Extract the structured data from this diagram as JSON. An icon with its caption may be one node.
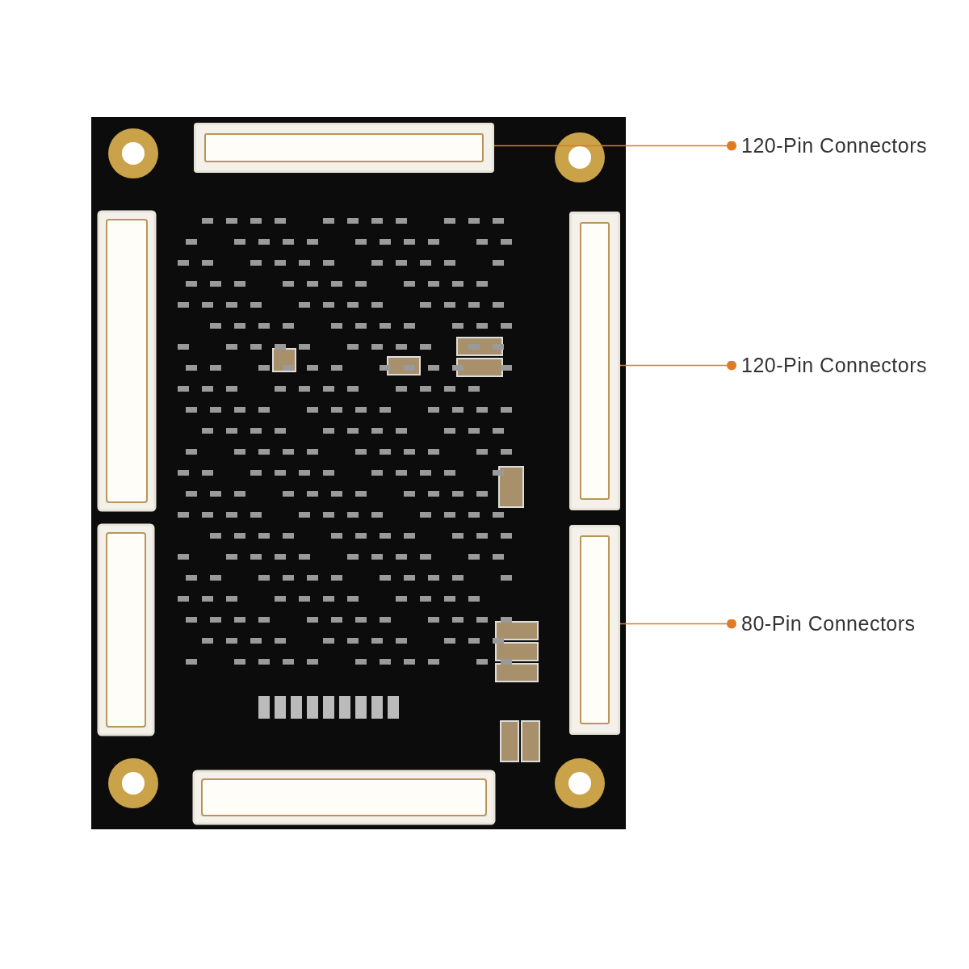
{
  "diagram": {
    "nodes": [
      {
        "text": [
          "120-Pin Connectors"
        ]
      },
      {
        "text": [
          "120-Pin Connectors"
        ]
      },
      {
        "text": [
          "80-Pin Connectors"
        ]
      },
      {
        "text": [],
        "shape": "bar"
      },
      {
        "text": [],
        "shape": "bar"
      },
      {
        "text": [],
        "shape": "bar"
      }
    ],
    "edges": [
      {
        "from": 0,
        "to": 3,
        "arrow": "other"
      },
      {
        "from": 1,
        "to": 4,
        "arrow": "other"
      },
      {
        "from": 2,
        "to": 5,
        "arrow": "other"
      }
    ]
  }
}
